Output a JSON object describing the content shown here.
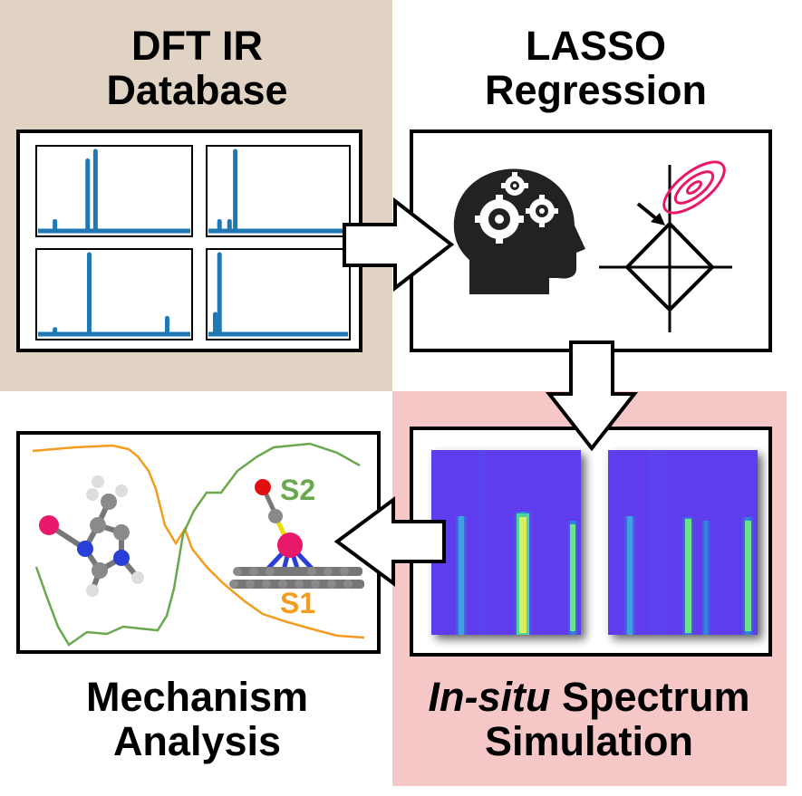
{
  "titles": {
    "dft_line1": "DFT IR",
    "dft_line2": "Database",
    "lasso_line1": "LASSO",
    "lasso_line2": "Regression",
    "mechanism_line1": "Mechanism",
    "mechanism_line2": "Analysis",
    "insitu_italic": "In-situ",
    "insitu_rest": " Spectrum",
    "insitu_line2": "Simulation"
  },
  "mechanism_labels": {
    "s2": "S2",
    "s1": "S1"
  },
  "colors": {
    "top_left_bg": "#e1d3c4",
    "bottom_right_bg": "#f6c7c7",
    "spectrum_blue": "#1f77b4",
    "s1_orange": "#f39c1e",
    "s2_green": "#6aa84f",
    "ellipse_pink": "#e8186a"
  },
  "ir_spectra": [
    {
      "peaks": [
        {
          "x": 0.12,
          "h": 0.12
        },
        {
          "x": 0.33,
          "h": 0.88
        },
        {
          "x": 0.38,
          "h": 1.0
        }
      ]
    },
    {
      "peaks": [
        {
          "x": 0.09,
          "h": 0.12
        },
        {
          "x": 0.16,
          "h": 0.12
        },
        {
          "x": 0.2,
          "h": 1.0
        }
      ]
    },
    {
      "peaks": [
        {
          "x": 0.12,
          "h": 0.06
        },
        {
          "x": 0.34,
          "h": 1.0
        },
        {
          "x": 0.84,
          "h": 0.2
        }
      ]
    },
    {
      "peaks": [
        {
          "x": 0.06,
          "h": 0.25
        },
        {
          "x": 0.09,
          "h": 1.0
        }
      ]
    }
  ]
}
